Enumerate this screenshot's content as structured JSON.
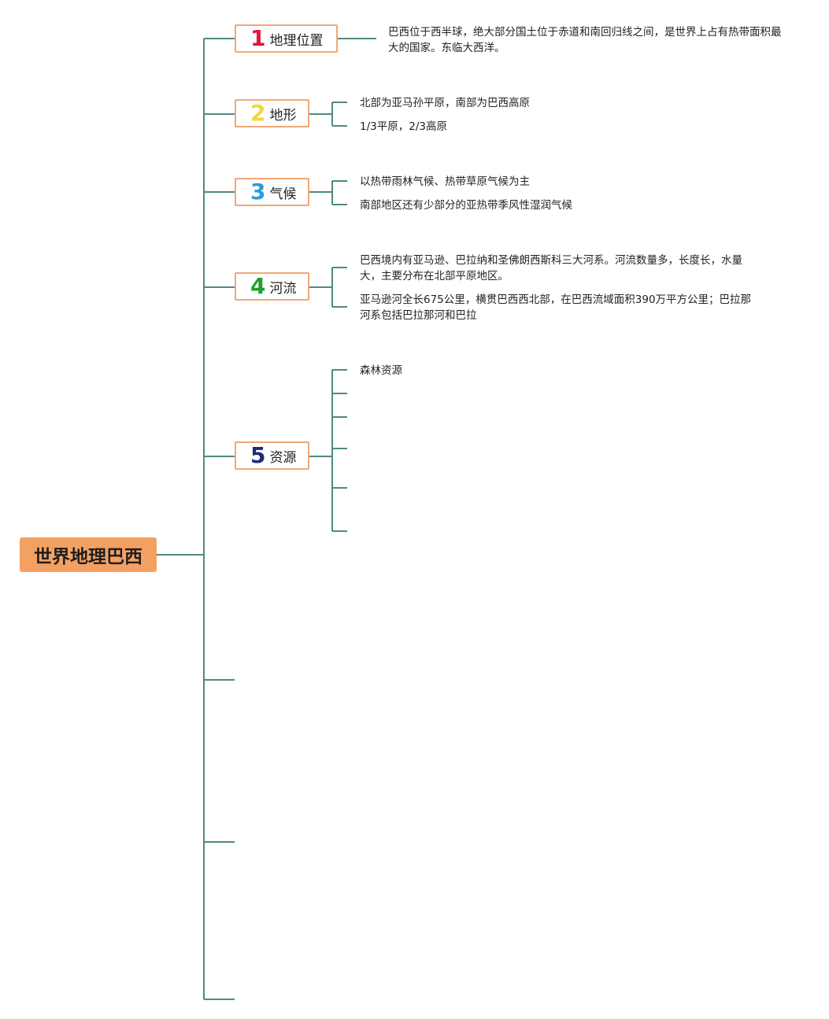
{
  "colors": {
    "connector": "#4f8a80",
    "root_fill": "#f3a163",
    "topic_border": "#f0a874",
    "num_1": "#e0163a",
    "num_2": "#f5d53a",
    "num_3": "#2b9ad8",
    "num_4": "#21a02e",
    "num_5": "#1f2a7a"
  },
  "root": {
    "title": "世界地理巴西"
  },
  "topics": [
    {
      "num": "1",
      "label": "地理位置",
      "color_key": "num_1"
    },
    {
      "num": "2",
      "label": "地形",
      "color_key": "num_2"
    },
    {
      "num": "3",
      "label": "气候",
      "color_key": "num_3"
    },
    {
      "num": "4",
      "label": "河流",
      "color_key": "num_4"
    },
    {
      "num": "5",
      "label": "资源",
      "color_key": "num_5"
    }
  ],
  "details": {
    "location": "巴西位于西半球，绝大部分国土位于赤道和南回归线之间，是世界上占有热带面积最大的国家。东临大西洋。",
    "terrain": [
      "北部为亚马孙平原，南部为巴西高原",
      "1/3平原，2/3高原"
    ],
    "climate": [
      "以热带雨林气候、热带草原气候为主",
      "南部地区还有少部分的亚热带季风性湿润气候"
    ],
    "rivers": [
      "巴西境内有亚马逊、巴拉纳和圣佛朗西斯科三大河系。河流数量多，长度长，水量大，主要分布在北部平原地区。",
      "亚马逊河全长675公里，横贯巴西西北部，在巴西流域面积390万平方公里；巴拉那河系包括巴拉那河和巴拉"
    ],
    "resources": [
      "森林资源"
    ]
  }
}
